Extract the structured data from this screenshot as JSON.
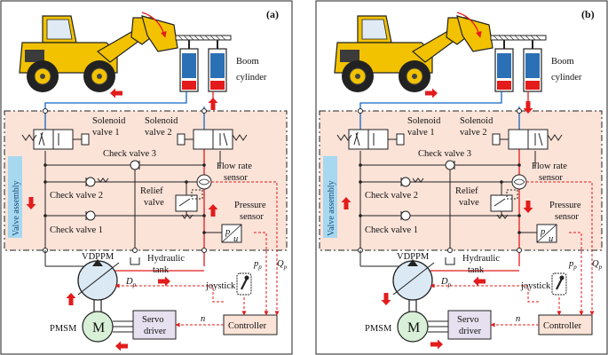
{
  "panels": [
    {
      "tag": "(a)",
      "boom_cylinder": [
        "Boom",
        "cylinder"
      ],
      "solenoid1": [
        "Solenoid",
        "valve 1"
      ],
      "solenoid2": [
        "Solenoid",
        "valve 2"
      ],
      "check3": "Check valve 3",
      "check2": "Check valve 2",
      "check1": "Check valve 1",
      "relief": [
        "Relief",
        "valve"
      ],
      "flow_sensor": [
        "Flow rate",
        "sensor"
      ],
      "pressure_sensor": [
        "Pressure",
        "sensor"
      ],
      "valve_assembly": "Valve assembly",
      "hydraulic_tank": [
        "Hydraulic",
        "tank"
      ],
      "vdppm": "VDPPM",
      "pmsm": "PMSM",
      "motor": "M",
      "servo": [
        "Servo",
        "driver"
      ],
      "controller": "Controller",
      "joystick": "joystick",
      "dp": "D",
      "dp_sub": "p",
      "pp": "p",
      "pp_sub": "p",
      "qp": "Q",
      "qp_sub": "p",
      "n": "n",
      "p_glyph": "p",
      "u_glyph": "u"
    },
    {
      "tag": "(b)",
      "boom_cylinder": [
        "Boom",
        "cylinder"
      ],
      "solenoid1": [
        "Solenoid",
        "valve 1"
      ],
      "solenoid2": [
        "Solenoid",
        "valve 2"
      ],
      "check3": "Check valve 3",
      "check2": "Check valve 2",
      "check1": "Check valve 1",
      "relief": [
        "Relief",
        "valve"
      ],
      "flow_sensor": [
        "Flow rate",
        "sensor"
      ],
      "pressure_sensor": [
        "Pressure",
        "sensor"
      ],
      "valve_assembly": "Valve assembly",
      "hydraulic_tank": [
        "Hydraulic",
        "tank"
      ],
      "vdppm": "VDPPM",
      "pmsm": "PMSM",
      "motor": "M",
      "servo": [
        "Servo",
        "driver"
      ],
      "controller": "Controller",
      "joystick": "joystick",
      "dp": "D",
      "dp_sub": "p",
      "pp": "p",
      "pp_sub": "p",
      "qp": "Q",
      "qp_sub": "p",
      "n": "n",
      "p_glyph": "p",
      "u_glyph": "u"
    }
  ],
  "colors": {
    "valve_bg": "#fbe3d8",
    "hydraulic_line": "#1565c0",
    "pressure_line": "#e31b1b",
    "signal_line": "#e31b1b",
    "arrow": "#e31b1b",
    "loader_body": "#f2c200",
    "cylinder_fill": "#2b6fb5",
    "valve_assembly_bar": "#a6d8f0",
    "controller_bg": "#fbe3d8",
    "servo_bg": "#e6e0f0",
    "motor_bg": "#d9f0d8"
  }
}
